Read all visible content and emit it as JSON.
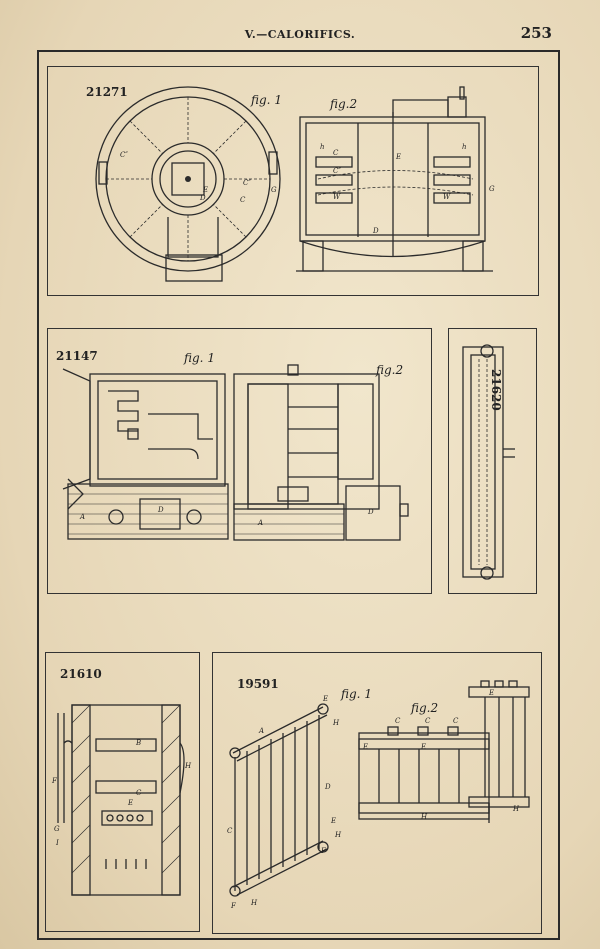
{
  "header": {
    "title": "V.—CALORIFICS.",
    "page_number": "253"
  },
  "plates": [
    {
      "id": "21271",
      "figures": [
        "fig. 1",
        "fig.2"
      ]
    },
    {
      "id": "21147",
      "figures": [
        "fig. 1",
        "fig.2"
      ]
    },
    {
      "id": "21620",
      "figures": []
    },
    {
      "id": "21610",
      "figures": []
    },
    {
      "id": "19591",
      "figures": [
        "fig. 1",
        "fig.2"
      ]
    }
  ]
}
